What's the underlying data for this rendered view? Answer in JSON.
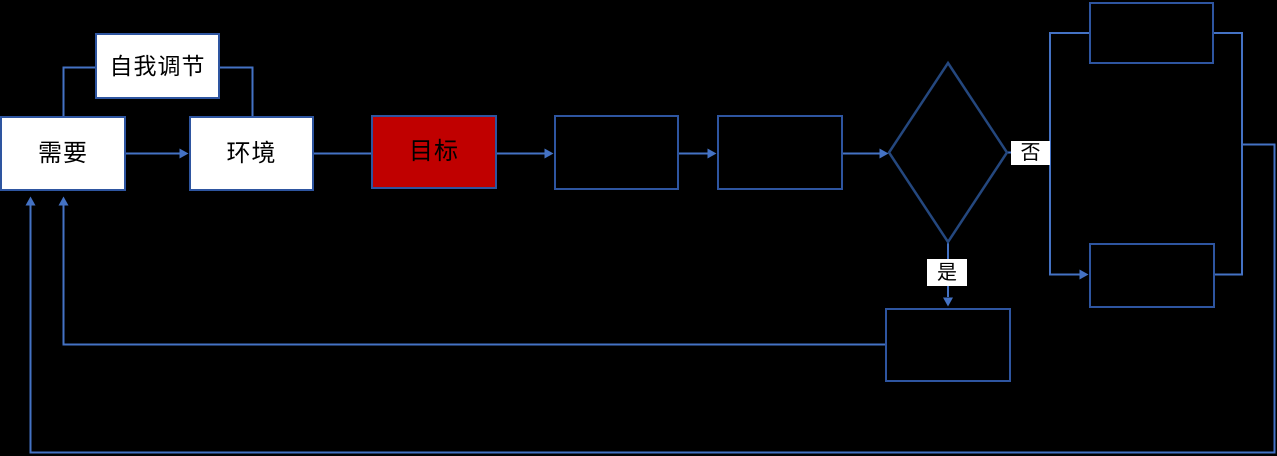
{
  "colors": {
    "background": "#000000",
    "node_fill": "#ffffff",
    "node_border": "#2e55a0",
    "goal_fill": "#c00000",
    "diamond_border": "#24477e",
    "connector": "#4472c4",
    "text": "#000000"
  },
  "nodes": {
    "self_regulation": {
      "label": "自我调节"
    },
    "need": {
      "label": "需要"
    },
    "environment": {
      "label": "环境"
    },
    "goal": {
      "label": "目标"
    },
    "process_1": {
      "label": ""
    },
    "process_2": {
      "label": ""
    },
    "decision": {
      "label": ""
    },
    "top_right": {
      "label": ""
    },
    "lower_right": {
      "label": ""
    },
    "bottom": {
      "label": ""
    }
  },
  "edge_labels": {
    "no": "否",
    "yes": "是"
  }
}
